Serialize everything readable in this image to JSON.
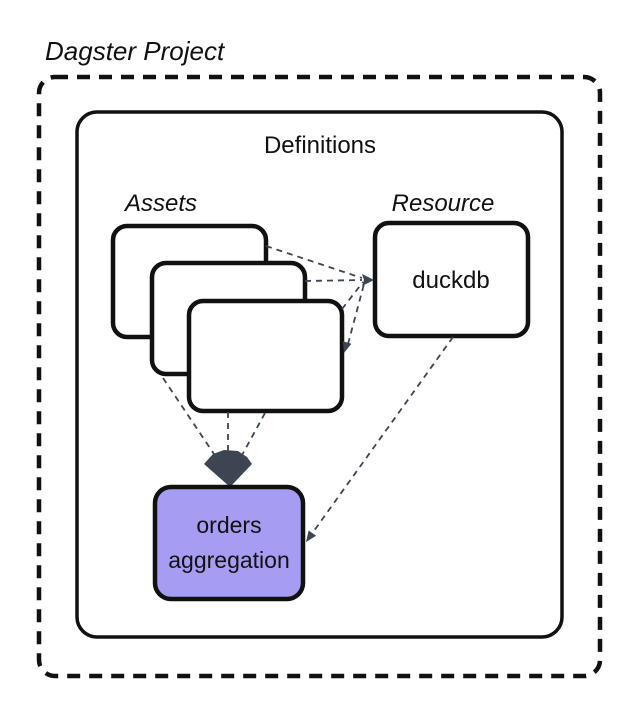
{
  "diagram": {
    "title": "Dagster Project",
    "definitions_label": "Definitions",
    "assets_label": "Assets",
    "resource_label": "Resource",
    "resource_node_label": "duckdb",
    "asset_node_label_line1": "orders",
    "asset_node_label_line2": "aggregation",
    "asset_card_count": 3,
    "edges": [
      {
        "from": "asset-card-1",
        "to": "duckdb"
      },
      {
        "from": "asset-card-2",
        "to": "duckdb"
      },
      {
        "from": "asset-card-3",
        "to": "duckdb"
      },
      {
        "from": "asset-card-1",
        "to": "orders-aggregation"
      },
      {
        "from": "asset-card-2",
        "to": "orders-aggregation"
      },
      {
        "from": "asset-card-3",
        "to": "orders-aggregation"
      },
      {
        "from": "duckdb",
        "to": "orders-aggregation"
      }
    ]
  },
  "colors": {
    "background": "#ffffff",
    "outline": "#111111",
    "connector": "#3d4553",
    "asset_node_fill": "#a69df2",
    "card_fill": "#ffffff"
  }
}
